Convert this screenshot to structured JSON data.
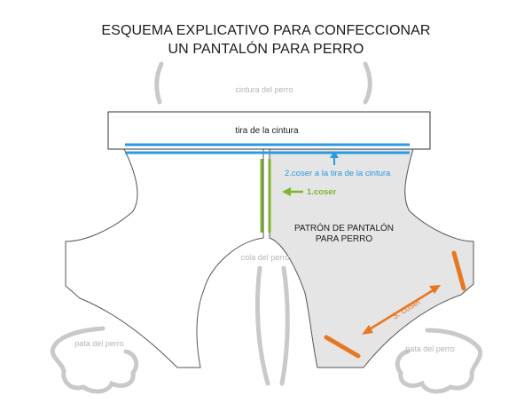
{
  "title": {
    "line1": "ESQUEMA EXPLICATIVO PARA CONFECCIONAR",
    "line2": "UN PANTALÓN PARA PERRO"
  },
  "labels": {
    "waist": "cintura del perro",
    "waistband": "tira de la cintura",
    "sew_waistband": "2.coser a la tira de la cintura",
    "sew_1": "1.coser",
    "pattern_line1": "PATRÓN DE PANTALÓN",
    "pattern_line2": "PARA PERRO",
    "tail": "cola del perro",
    "sew_3": "3. coser",
    "leg_left": "pata del perro",
    "leg_right": "pata del perro"
  },
  "colors": {
    "blue": "#2a9be0",
    "green": "#7db52f",
    "orange": "#e87722",
    "silhouette": "#c9c9c9",
    "pattern_fill": "#e5e5e5",
    "outline": "#555555"
  }
}
